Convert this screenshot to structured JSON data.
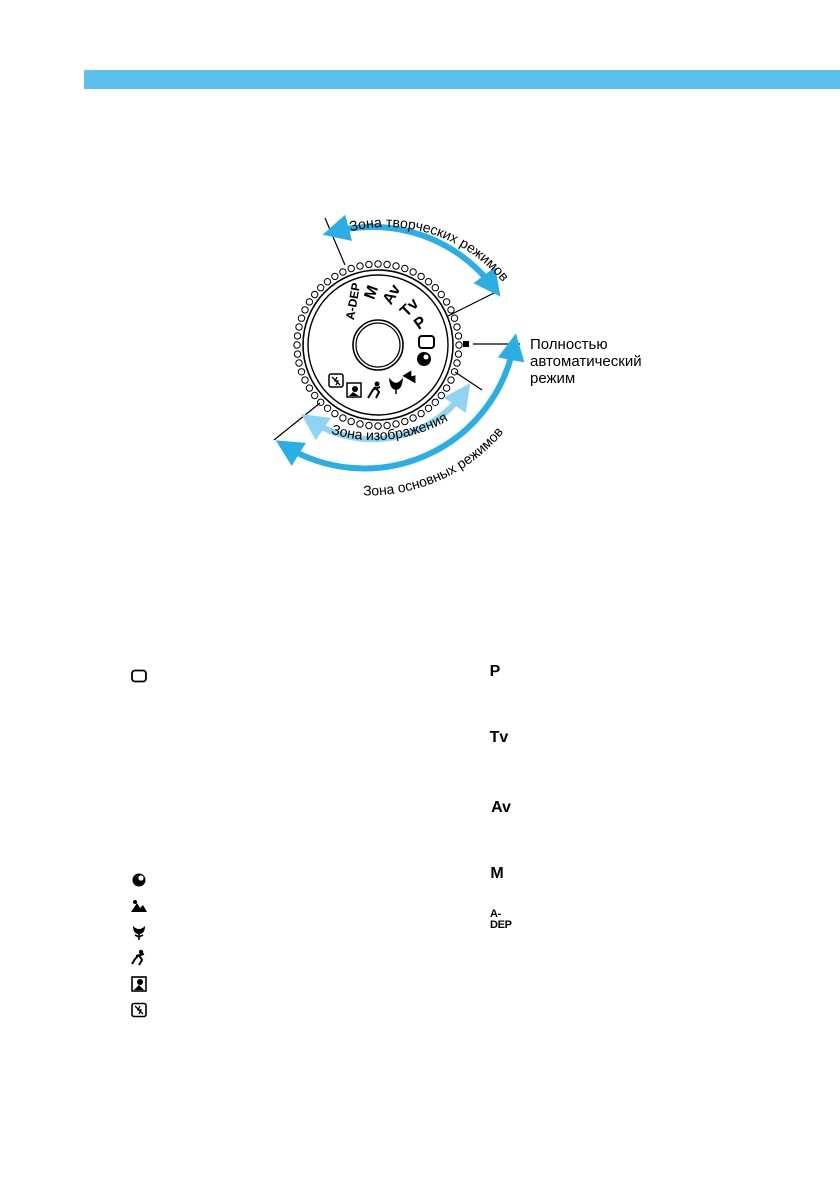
{
  "figure": {
    "zone_creative_label": "Зона творческих режимов",
    "zone_image_label": "Зона изображения",
    "zone_basic_label": "Зона основных режимов",
    "full_auto_label_line1": "Полностью",
    "full_auto_label_line2": "автоматический",
    "full_auto_label_line3": "режим",
    "dial_symbols": {
      "adep": "A-DEP",
      "m": "M",
      "av": "Av",
      "tv": "Tv",
      "p": "P"
    },
    "colors": {
      "accent_dark": "#2aaee6",
      "accent_light": "#8fd4f2",
      "header_bar": "#5bc1ec"
    }
  },
  "left_modes": {
    "items": [
      {
        "icon": "full-auto-icon"
      },
      {
        "icon": "portrait-icon"
      },
      {
        "icon": "landscape-icon"
      },
      {
        "icon": "close-up-icon"
      },
      {
        "icon": "sports-icon"
      },
      {
        "icon": "night-portrait-icon"
      },
      {
        "icon": "flash-off-icon"
      }
    ]
  },
  "right_modes": {
    "p": "P",
    "tv": "Tv",
    "av": "Av",
    "m": "M",
    "adep": "A-DEP"
  }
}
